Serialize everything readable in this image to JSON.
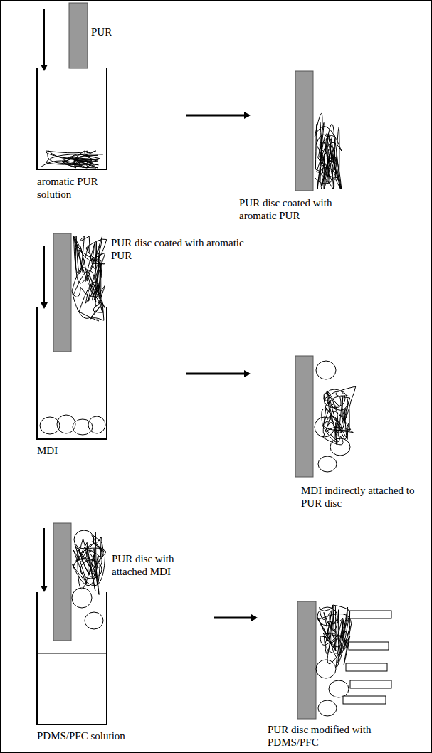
{
  "diagram": {
    "labels": [
      "PUR",
      "aromatic PUR solution",
      "PUR disc coated with aromatic PUR",
      "PUR disc coated with aromatic PUR",
      "MDI",
      "MDI indirectly attached to PUR disc",
      "PUR disc with attached MDI",
      "PDMS/PFC solution",
      "PUR disc modified with PDMS/PFC"
    ]
  }
}
